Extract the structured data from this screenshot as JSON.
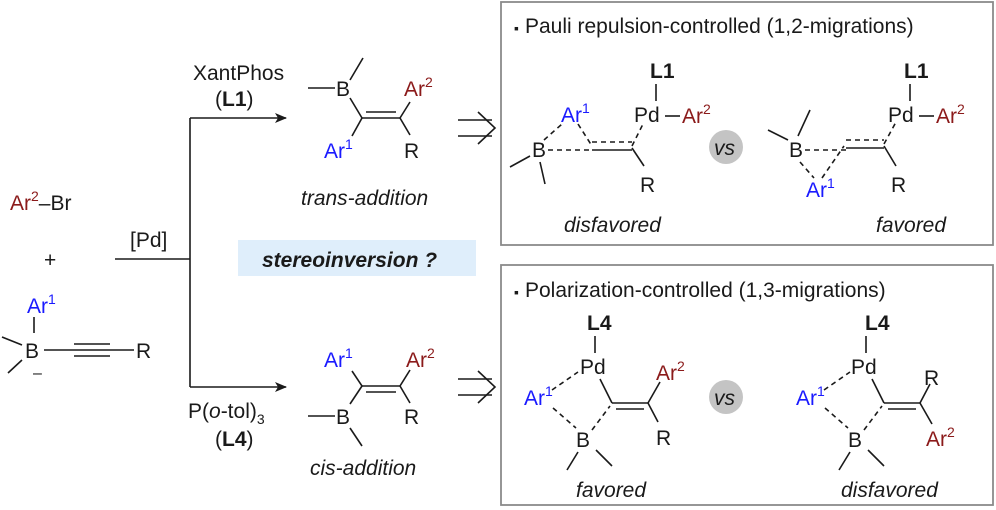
{
  "colors": {
    "ar1": "#1a1aff",
    "ar2": "#8b1a1a",
    "text": "#1a1a1a",
    "box_border": "#8a8a8a",
    "highlight": "#dfeefb",
    "vs_circle": "#c4c4c4"
  },
  "reactants": {
    "aryl_bromide": {
      "ar": "Ar",
      "ar_num": "2",
      "rest": "–Br"
    },
    "plus": "+",
    "borate": {
      "ar": "Ar",
      "ar_num": "1",
      "b": "B",
      "charge": "–",
      "r": "R"
    }
  },
  "catalyst": "[Pd]",
  "branch_top": {
    "ligand_name": "XantPhos",
    "ligand_label_open": "(",
    "ligand_label": "L1",
    "ligand_label_close": ")",
    "product": {
      "b": "B",
      "ar1": "Ar",
      "ar1_num": "1",
      "ar2": "Ar",
      "ar2_num": "2",
      "r": "R"
    },
    "caption": "trans-addition"
  },
  "branch_bottom": {
    "ligand_name_main": "P(",
    "ligand_name_o": "o",
    "ligand_name_rest": "-tol)",
    "ligand_name_sub": "3",
    "ligand_label_open": "(",
    "ligand_label": "L4",
    "ligand_label_close": ")",
    "product": {
      "b": "B",
      "ar1": "Ar",
      "ar1_num": "1",
      "ar2": "Ar",
      "ar2_num": "2",
      "r": "R"
    },
    "caption": "cis-addition"
  },
  "question": "stereoinversion ?",
  "box_top": {
    "bullet": "▪",
    "title": "Pauli repulsion-controlled (1,2-migrations)",
    "vs": "vs",
    "left": {
      "ligand": "L1",
      "pd": "Pd",
      "b": "B",
      "ar1": "Ar",
      "ar1_num": "1",
      "ar2": "Ar",
      "ar2_num": "2",
      "r": "R",
      "caption": "disfavored"
    },
    "right": {
      "ligand": "L1",
      "pd": "Pd",
      "b": "B",
      "ar1": "Ar",
      "ar1_num": "1",
      "ar2": "Ar",
      "ar2_num": "2",
      "r": "R",
      "caption": "favored"
    }
  },
  "box_bottom": {
    "bullet": "▪",
    "title": "Polarization-controlled (1,3-migrations)",
    "vs": "vs",
    "left": {
      "ligand": "L4",
      "pd": "Pd",
      "b": "B",
      "ar1": "Ar",
      "ar1_num": "1",
      "ar2": "Ar",
      "ar2_num": "2",
      "r": "R",
      "caption": "favored"
    },
    "right": {
      "ligand": "L4",
      "pd": "Pd",
      "b": "B",
      "ar1": "Ar",
      "ar1_num": "1",
      "ar2": "Ar",
      "ar2_num": "2",
      "r": "R",
      "caption": "disfavored"
    }
  }
}
